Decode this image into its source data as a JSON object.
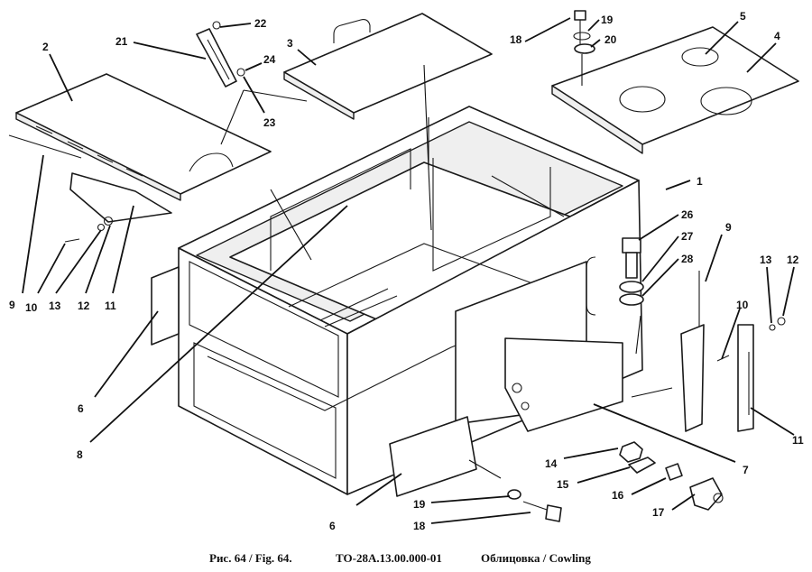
{
  "caption": {
    "figure": "Рис. 64 / Fig. 64.",
    "code": "ТО-28А.13.00.000-01",
    "title": "Облицовка / Cowling"
  },
  "callouts": [
    {
      "id": "c1",
      "label": "1"
    },
    {
      "id": "c2",
      "label": "2"
    },
    {
      "id": "c3",
      "label": "3"
    },
    {
      "id": "c4",
      "label": "4"
    },
    {
      "id": "c5",
      "label": "5"
    },
    {
      "id": "c6a",
      "label": "6"
    },
    {
      "id": "c6b",
      "label": "6"
    },
    {
      "id": "c7",
      "label": "7"
    },
    {
      "id": "c8",
      "label": "8"
    },
    {
      "id": "c9a",
      "label": "9"
    },
    {
      "id": "c9b",
      "label": "9"
    },
    {
      "id": "c10a",
      "label": "10"
    },
    {
      "id": "c10b",
      "label": "10"
    },
    {
      "id": "c11a",
      "label": "11"
    },
    {
      "id": "c11b",
      "label": "11"
    },
    {
      "id": "c12a",
      "label": "12"
    },
    {
      "id": "c12b",
      "label": "12"
    },
    {
      "id": "c13a",
      "label": "13"
    },
    {
      "id": "c13b",
      "label": "13"
    },
    {
      "id": "c14",
      "label": "14"
    },
    {
      "id": "c15",
      "label": "15"
    },
    {
      "id": "c16",
      "label": "16"
    },
    {
      "id": "c17",
      "label": "17"
    },
    {
      "id": "c18a",
      "label": "18"
    },
    {
      "id": "c18b",
      "label": "18"
    },
    {
      "id": "c19a",
      "label": "19"
    },
    {
      "id": "c19b",
      "label": "19"
    },
    {
      "id": "c20",
      "label": "20"
    },
    {
      "id": "c21",
      "label": "21"
    },
    {
      "id": "c22",
      "label": "22"
    },
    {
      "id": "c23",
      "label": "23"
    },
    {
      "id": "c24",
      "label": "24"
    },
    {
      "id": "c26",
      "label": "26"
    },
    {
      "id": "c27",
      "label": "27"
    },
    {
      "id": "c28",
      "label": "28"
    }
  ]
}
